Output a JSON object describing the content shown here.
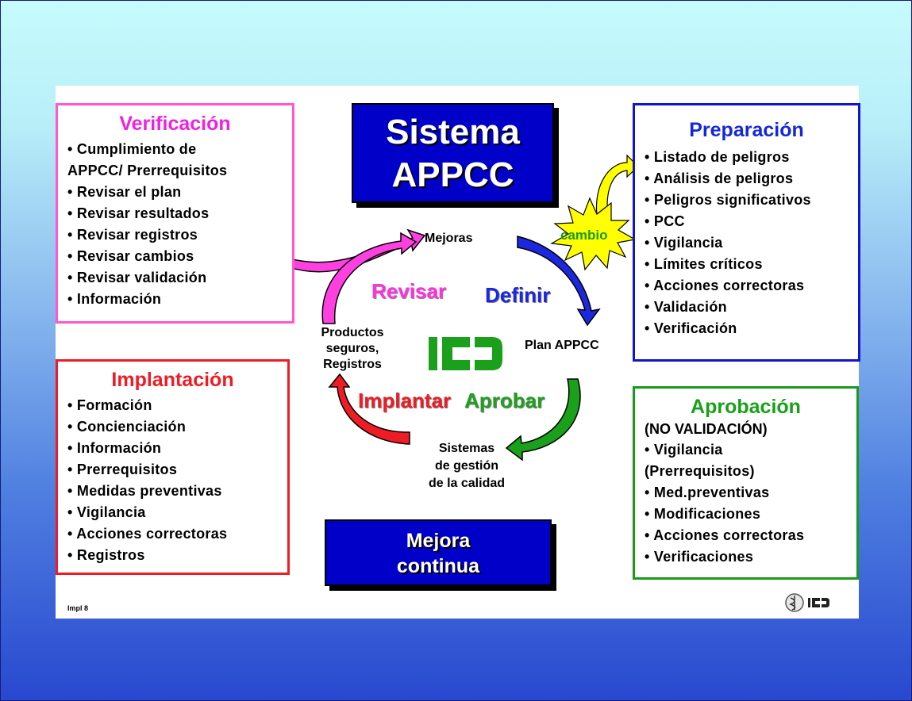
{
  "center": {
    "title_line1": "Sistema",
    "title_line2": "APPCC",
    "mejora_line1": "Mejora",
    "mejora_line2": "continua"
  },
  "cycle": {
    "mejoras": "Mejoras",
    "plan": "Plan APPCC",
    "sistemas_line1": "Sistemas",
    "sistemas_line2": "de gestión",
    "sistemas_line3": "de la calidad",
    "productos_line1": "Productos",
    "productos_line2": "seguros,",
    "productos_line3": "Registros",
    "revisar": "Revisar",
    "definir": "Definir",
    "implantar": "Implantar",
    "aprobar": "Aprobar",
    "cambio": "cambio"
  },
  "verificacion": {
    "title": "Verificación",
    "items": [
      "• Cumplimiento de",
      "APPCC/ Prerrequisitos",
      "• Revisar el plan",
      "• Revisar resultados",
      "• Revisar registros",
      "• Revisar cambios",
      "• Revisar validación",
      "• Información"
    ]
  },
  "implantacion": {
    "title": "Implantación",
    "items": [
      "• Formación",
      "• Concienciación",
      "• Información",
      "• Prerrequisitos",
      "• Medidas  preventivas",
      "• Vigilancia",
      "• Acciones correctoras",
      "• Registros"
    ]
  },
  "preparacion": {
    "title": "Preparación",
    "items": [
      "• Listado de peligros",
      "• Análisis de peligros",
      "• Peligros significativos",
      "• PCC",
      "• Vigilancia",
      "• Límites críticos",
      "• Acciones correctoras",
      "• Validación",
      "• Verificación"
    ]
  },
  "aprobacion": {
    "title": "Aprobación",
    "subtitle": "(NO VALIDACIÓN)",
    "items": [
      "• Vigilancia",
      "(Prerrequisitos)",
      "• Med.preventivas",
      "• Modificaciones",
      "• Acciones correctoras",
      "• Verificaciones"
    ]
  },
  "footer": {
    "slide_id": "Impl 8"
  },
  "icons": {
    "center_logo": "ICD logo (green)",
    "footer_logos": "WHO emblem and ICD logo"
  },
  "colors": {
    "verificacion": "#ff58d0",
    "implantacion": "#ee1c24",
    "preparacion": "#1414c8",
    "aprobacion": "#1a9a1a",
    "center_box": "#0000c8",
    "burst": "#ffff00"
  }
}
